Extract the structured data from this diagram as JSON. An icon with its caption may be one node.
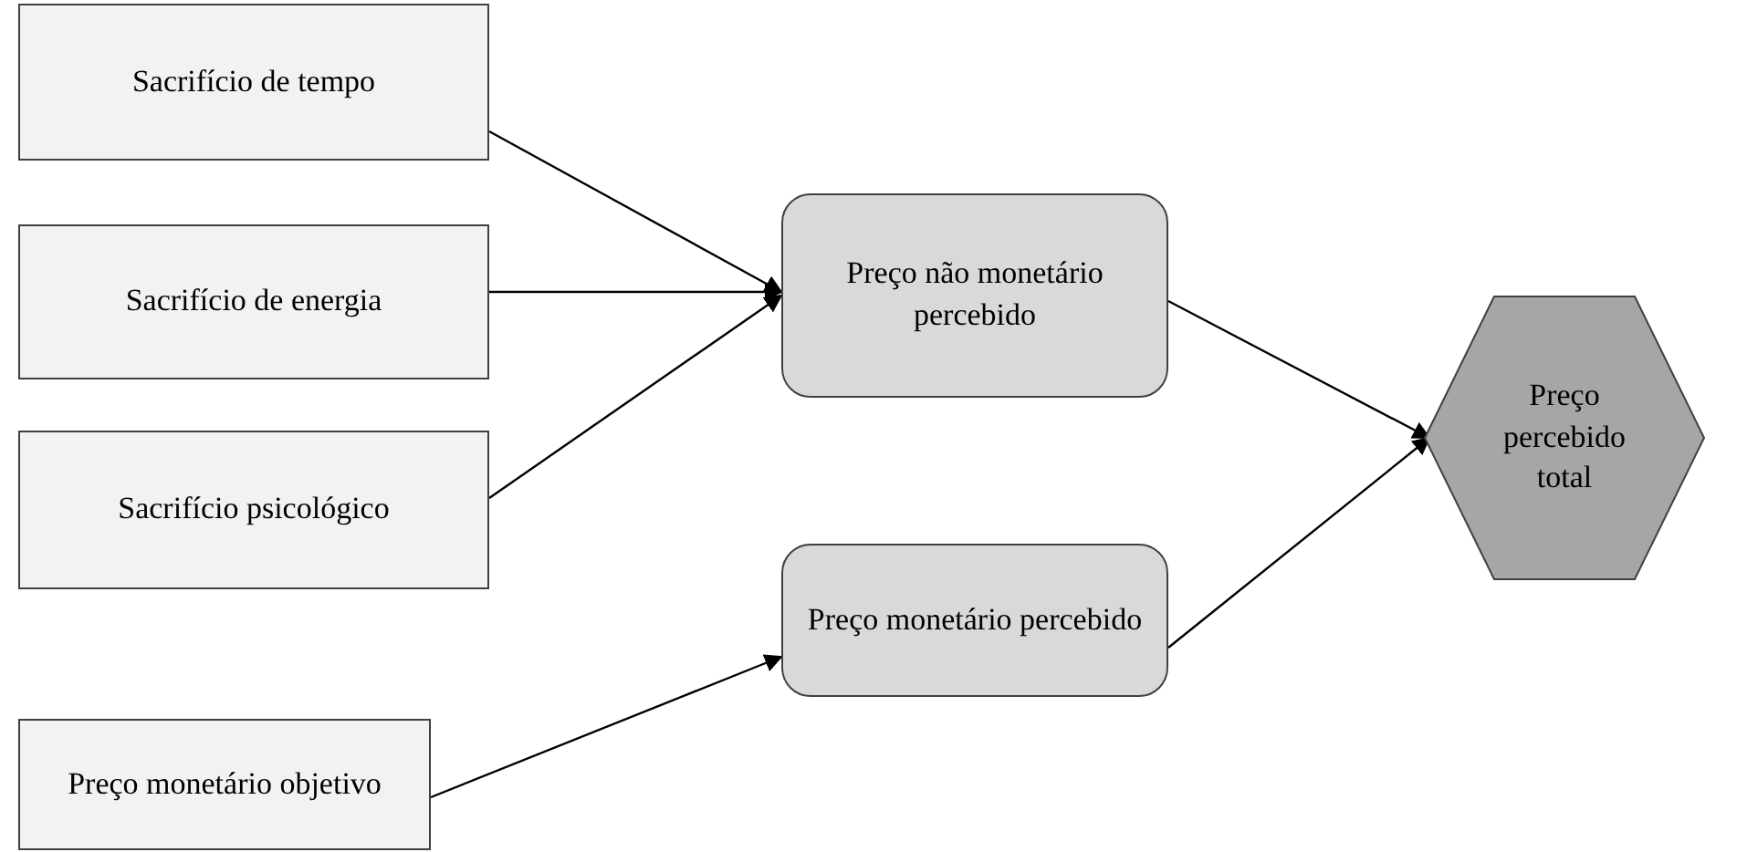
{
  "diagram": {
    "nodes": [
      {
        "text": [
          "Sacrifício de tempo"
        ]
      },
      {
        "text": [
          "Sacrifício de energia"
        ]
      },
      {
        "text": [
          "Sacrifício psicológico"
        ]
      },
      {
        "text": [
          "Preço monetário objetivo"
        ]
      },
      {
        "text": [
          "Preço não monetário percebido"
        ]
      },
      {
        "text": [
          "Preço monetário percebido"
        ]
      },
      {
        "text": [
          "Preço percebido total"
        ]
      }
    ],
    "edges": [
      {
        "from": 0,
        "to": 4,
        "arrow": "to"
      },
      {
        "from": 1,
        "to": 4,
        "arrow": "to"
      },
      {
        "from": 2,
        "to": 4,
        "arrow": "to"
      },
      {
        "from": 3,
        "to": 5,
        "arrow": "to"
      },
      {
        "from": 4,
        "to": 6,
        "arrow": "to"
      },
      {
        "from": 5,
        "to": 6,
        "arrow": "to"
      }
    ]
  }
}
